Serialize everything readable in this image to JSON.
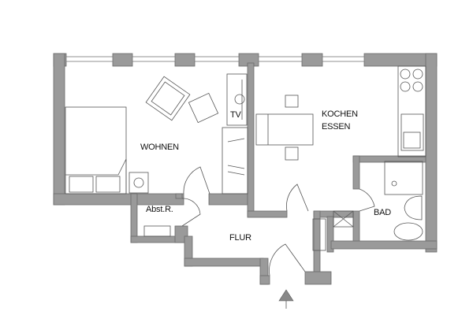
{
  "plan": {
    "rooms": [
      {
        "id": "wohnen",
        "label": "WOHNEN"
      },
      {
        "id": "kochen",
        "label": "KOCHEN",
        "label2": "ESSEN"
      },
      {
        "id": "bad",
        "label": "BAD"
      },
      {
        "id": "abstr",
        "label": "Abst.R."
      },
      {
        "id": "flur",
        "label": "FLUR"
      }
    ],
    "fixtures": {
      "tv_label": "TV"
    },
    "colors": {
      "wall": "#999999",
      "wall_stroke": "#666666",
      "line": "#555555"
    }
  }
}
